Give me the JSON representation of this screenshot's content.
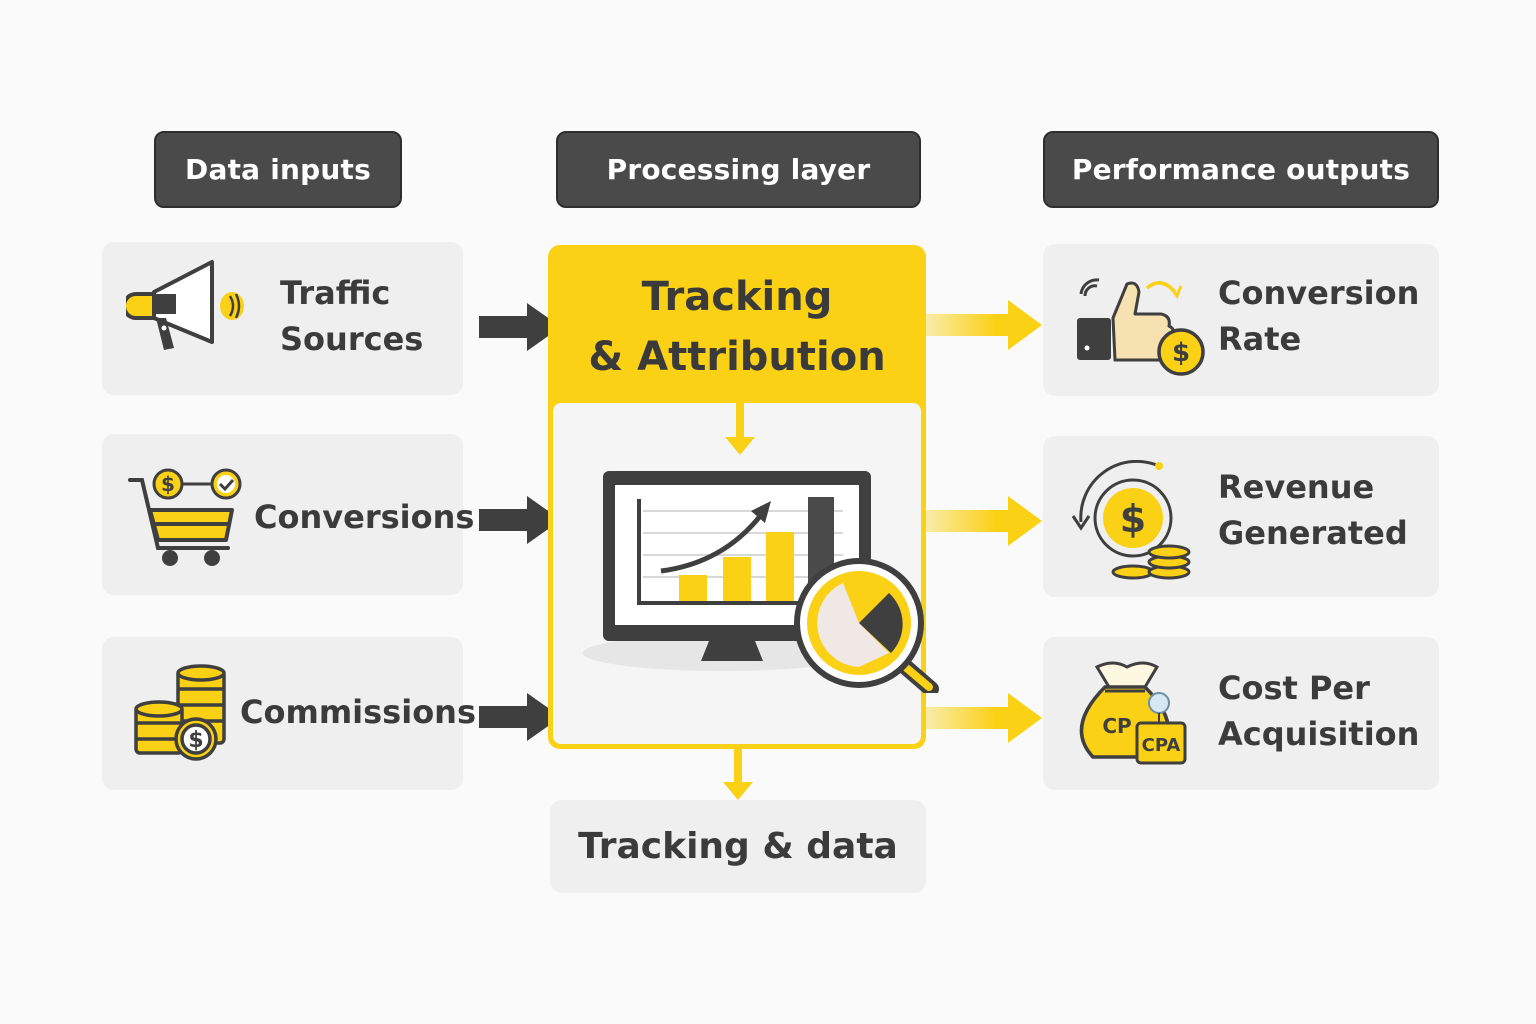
{
  "colors": {
    "accent_yellow": "#fbd116",
    "dark": "#3f3f3f",
    "header_bg": "#4a4a4a",
    "card_bg": "#efefef",
    "page_bg": "#fafafa"
  },
  "headers": {
    "inputs": "Data inputs",
    "processing": "Processing layer",
    "outputs": "Performance outputs"
  },
  "inputs": [
    {
      "label_line1": "Traffic",
      "label_line2": "Sources",
      "icon": "megaphone-icon"
    },
    {
      "label": "Conversions",
      "icon": "shopping-cart-icon"
    },
    {
      "label": "Commissions",
      "icon": "coin-stack-icon"
    }
  ],
  "processing": {
    "title_line1": "Tracking",
    "title_line2": "& Attribution",
    "illustration": "monitor-analytics-icon",
    "bottom_label": "Tracking & data"
  },
  "outputs": [
    {
      "label_line1": "Conversion",
      "label_line2": "Rate",
      "icon": "thumbs-up-dollar-icon"
    },
    {
      "label_line1": "Revenue",
      "label_line2": "Generated",
      "icon": "revenue-cycle-icon"
    },
    {
      "label_line1": "Cost Per",
      "label_line2": "Acquisition",
      "icon": "money-bag-cpa-icon",
      "badge_text_bag": "CP",
      "badge_text_tag": "CPA"
    }
  ]
}
